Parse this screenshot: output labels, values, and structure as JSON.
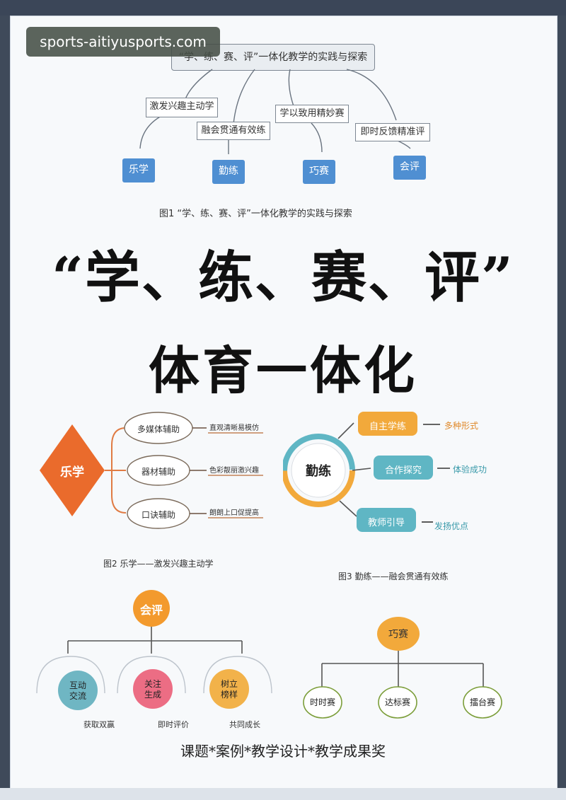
{
  "watermark": "sports-aitiyusports.com",
  "fig1": {
    "title": "“学、练、赛、评”一体化教学的实践与探索",
    "labels": [
      "激发兴趣主动学",
      "融会贯通有效练",
      "学以致用精妙赛",
      "即时反馈精准评"
    ],
    "nodes": [
      "乐学",
      "勤练",
      "巧赛",
      "会评"
    ],
    "caption": "图1 “学、练、赛、评”一体化教学的实践与探索"
  },
  "headline": "“学、练、赛、评”",
  "subheadline": "体育一体化",
  "fig2": {
    "center": "乐学",
    "items": [
      {
        "label": "多媒体辅助",
        "desc": "直观清晰易模仿"
      },
      {
        "label": "器材辅助",
        "desc": "色彩靓丽激兴趣"
      },
      {
        "label": "口诀辅助",
        "desc": "朗朗上口促提高"
      }
    ],
    "caption": "图2 乐学——激发兴趣主动学"
  },
  "fig3": {
    "center": "勤练",
    "items": [
      {
        "label": "自主学练",
        "desc": "多种形式"
      },
      {
        "label": "合作探究",
        "desc": "体验成功"
      },
      {
        "label": "教师引导",
        "desc": "发扬优点"
      }
    ],
    "caption": "图3 勤练——融会贯通有效练"
  },
  "fig4": {
    "top": "会评",
    "items": [
      {
        "label": "互动交流",
        "desc": "获取双赢"
      },
      {
        "label": "关注生成",
        "desc": "即时评价"
      },
      {
        "label": "树立榜样",
        "desc": "共同成长"
      }
    ]
  },
  "fig5": {
    "top": "巧赛",
    "items": [
      "时时赛",
      "达标赛",
      "擂台赛"
    ]
  },
  "footer": "课题*案例*教学设计*教学成果奖"
}
